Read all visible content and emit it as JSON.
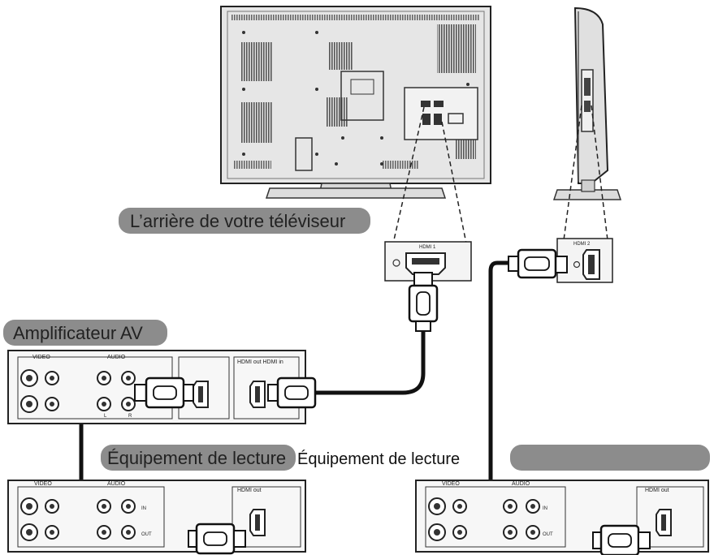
{
  "labels": {
    "tv_back": "L’arrière de votre téléviseur",
    "amplifier": "Amplificateur AV",
    "playback_1": "Équipement de lecture",
    "playback_2": "Équipement de lecture",
    "third_device": ""
  },
  "ports": {
    "hdmi1": "HDMI 1",
    "hdmi2": "HDMI 2",
    "amp_hdmi": "HDMI out  HDMI in",
    "hdmi_out": "HDMI out",
    "hdmi_out_2": "HDMI out"
  },
  "panels": {
    "video": "VIDEO",
    "audio": "AUDIO",
    "l": "L",
    "r": "R",
    "in": "IN",
    "out": "OUT"
  },
  "colors": {
    "pill": "#8c8c8c",
    "stroke": "#222222",
    "cable": "#111111",
    "tv_body": "#e6e6e6",
    "vent": "#555555"
  }
}
